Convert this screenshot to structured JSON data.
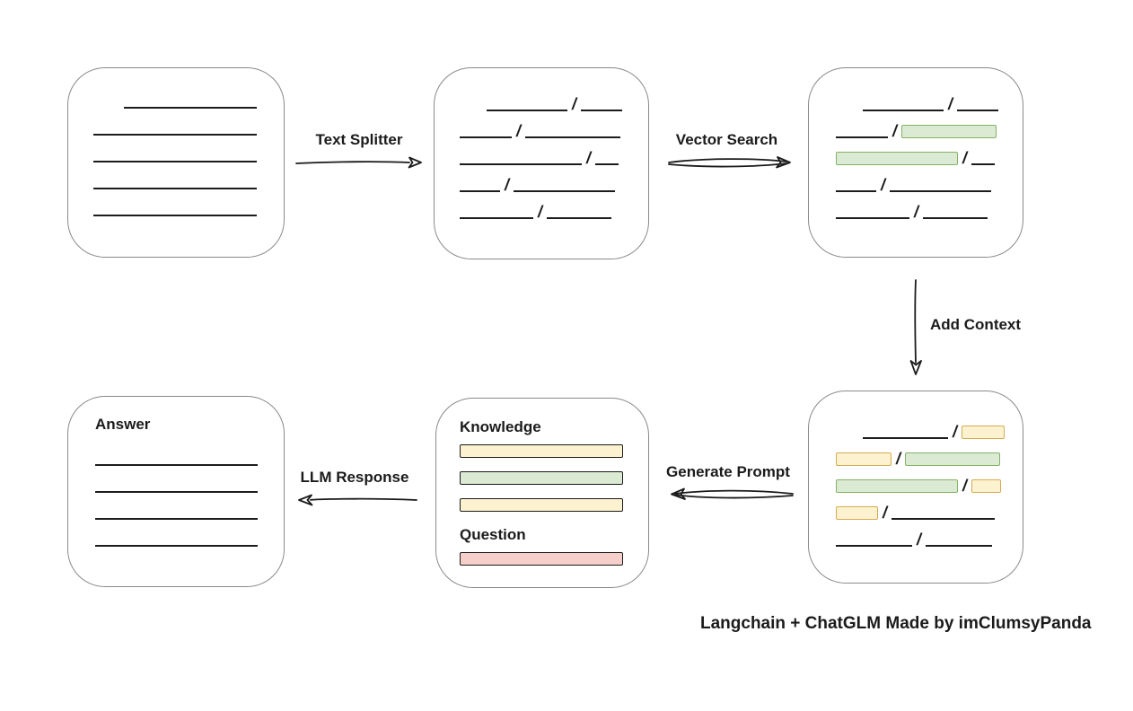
{
  "colors": {
    "line": "#1c1c1c",
    "box_border": "#8a8a8a",
    "green_fill": "#dbead2",
    "green_stroke": "#83b266",
    "yellow_fill": "#fdf2d0",
    "yellow_stroke": "#d4ab4f",
    "red_fill": "#f7cfca",
    "red_stroke": "#bd564e"
  },
  "caption": "Langchain + ChatGLM Made by imClumsyPanda",
  "arrows": {
    "text_splitter": "Text Splitter",
    "vector_search": "Vector Search",
    "add_context": "Add Context",
    "generate_prompt": "Generate Prompt",
    "llm_response": "LLM Response"
  },
  "boxes": {
    "document": {
      "lines": [
        {
          "w": 148,
          "indent": 34
        },
        {
          "w": 182
        },
        {
          "w": 182
        },
        {
          "w": 182
        },
        {
          "w": 182
        }
      ]
    },
    "chunks": {
      "rows": [
        [
          {
            "t": "line",
            "w": 90,
            "indent": 30
          },
          {
            "t": "slash"
          },
          {
            "t": "line",
            "w": 46
          }
        ],
        [
          {
            "t": "line",
            "w": 58
          },
          {
            "t": "slash"
          },
          {
            "t": "line",
            "w": 106
          }
        ],
        [
          {
            "t": "line",
            "w": 136
          },
          {
            "t": "slash"
          },
          {
            "t": "line",
            "w": 26
          }
        ],
        [
          {
            "t": "line",
            "w": 45
          },
          {
            "t": "slash"
          },
          {
            "t": "line",
            "w": 113
          }
        ],
        [
          {
            "t": "line",
            "w": 82
          },
          {
            "t": "slash"
          },
          {
            "t": "line",
            "w": 72
          }
        ]
      ]
    },
    "search_result": {
      "rows": [
        [
          {
            "t": "line",
            "w": 90,
            "indent": 30
          },
          {
            "t": "slash"
          },
          {
            "t": "line",
            "w": 46
          }
        ],
        [
          {
            "t": "line",
            "w": 58
          },
          {
            "t": "slash"
          },
          {
            "t": "hl",
            "c": "green",
            "w": 106
          }
        ],
        [
          {
            "t": "hl",
            "c": "green",
            "w": 136
          },
          {
            "t": "slash"
          },
          {
            "t": "line",
            "w": 26
          }
        ],
        [
          {
            "t": "line",
            "w": 45
          },
          {
            "t": "slash"
          },
          {
            "t": "line",
            "w": 113
          }
        ],
        [
          {
            "t": "line",
            "w": 82
          },
          {
            "t": "slash"
          },
          {
            "t": "line",
            "w": 72
          }
        ]
      ]
    },
    "context_result": {
      "rows": [
        [
          {
            "t": "line",
            "w": 95,
            "indent": 30
          },
          {
            "t": "slash"
          },
          {
            "t": "hl",
            "c": "yellow",
            "w": 48
          }
        ],
        [
          {
            "t": "hl",
            "c": "yellow",
            "w": 62
          },
          {
            "t": "slash"
          },
          {
            "t": "hl",
            "c": "green",
            "w": 106
          }
        ],
        [
          {
            "t": "hl",
            "c": "green",
            "w": 136
          },
          {
            "t": "slash"
          },
          {
            "t": "hl",
            "c": "yellow",
            "w": 33
          }
        ],
        [
          {
            "t": "hl",
            "c": "yellow",
            "w": 47
          },
          {
            "t": "slash"
          },
          {
            "t": "line",
            "w": 115
          }
        ],
        [
          {
            "t": "line",
            "w": 85
          },
          {
            "t": "slash"
          },
          {
            "t": "line",
            "w": 74
          }
        ]
      ]
    },
    "prompt": {
      "knowledge_label": "Knowledge",
      "knowledge_bars": [
        "yellow",
        "green",
        "yellow"
      ],
      "question_label": "Question",
      "question_bars": [
        "red"
      ]
    },
    "answer": {
      "label": "Answer",
      "lines": [
        {
          "w": 181
        },
        {
          "w": 181
        },
        {
          "w": 181
        },
        {
          "w": 181
        }
      ]
    }
  }
}
